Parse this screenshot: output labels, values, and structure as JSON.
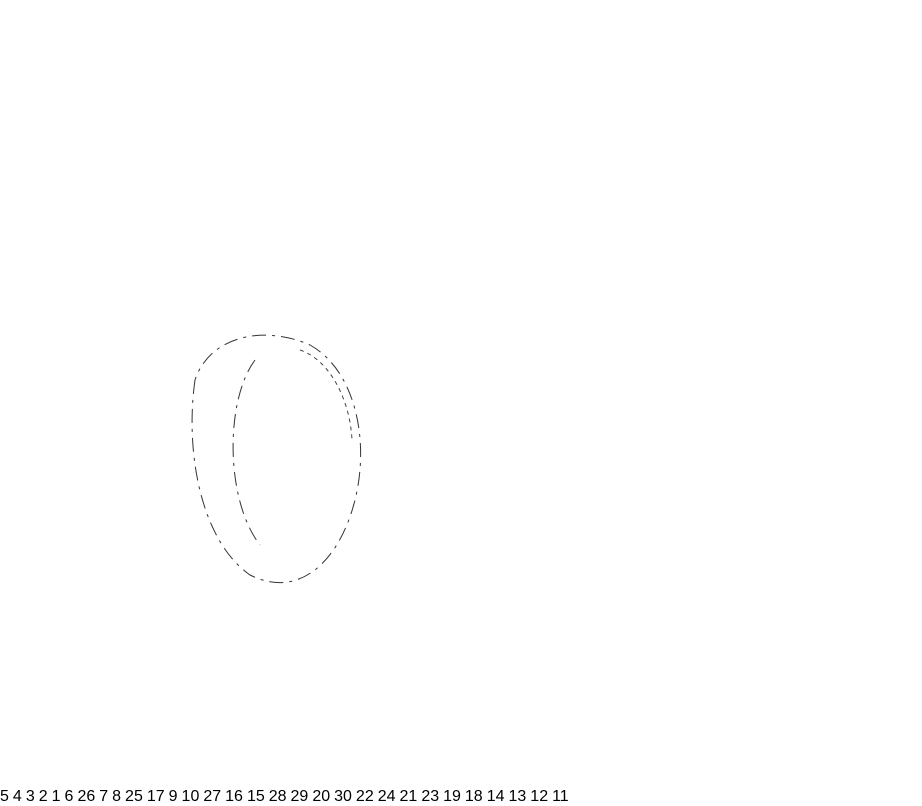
{
  "callouts": [
    {
      "id": "c5",
      "label": "5"
    },
    {
      "id": "c4",
      "label": "4"
    },
    {
      "id": "c3",
      "label": "3"
    },
    {
      "id": "c2",
      "label": "2"
    },
    {
      "id": "c1",
      "label": "1"
    },
    {
      "id": "c6",
      "label": "6"
    },
    {
      "id": "c26",
      "label": "26"
    },
    {
      "id": "c7",
      "label": "7"
    },
    {
      "id": "c8",
      "label": "8"
    },
    {
      "id": "c25",
      "label": "25"
    },
    {
      "id": "c17",
      "label": "17"
    },
    {
      "id": "c9",
      "label": "9"
    },
    {
      "id": "c10",
      "label": "10"
    },
    {
      "id": "c27",
      "label": "27"
    },
    {
      "id": "c16",
      "label": "16"
    },
    {
      "id": "c15",
      "label": "15"
    },
    {
      "id": "c28",
      "label": "28"
    },
    {
      "id": "c29",
      "label": "29"
    },
    {
      "id": "c20",
      "label": "20"
    },
    {
      "id": "c30",
      "label": "30"
    },
    {
      "id": "c22",
      "label": "22"
    },
    {
      "id": "c24",
      "label": "24"
    },
    {
      "id": "c21",
      "label": "21"
    },
    {
      "id": "c23",
      "label": "23"
    },
    {
      "id": "c19",
      "label": "19"
    },
    {
      "id": "c18",
      "label": "18"
    },
    {
      "id": "c14",
      "label": "14"
    },
    {
      "id": "c13",
      "label": "13"
    },
    {
      "id": "c12",
      "label": "12"
    },
    {
      "id": "c11",
      "label": "11"
    }
  ]
}
